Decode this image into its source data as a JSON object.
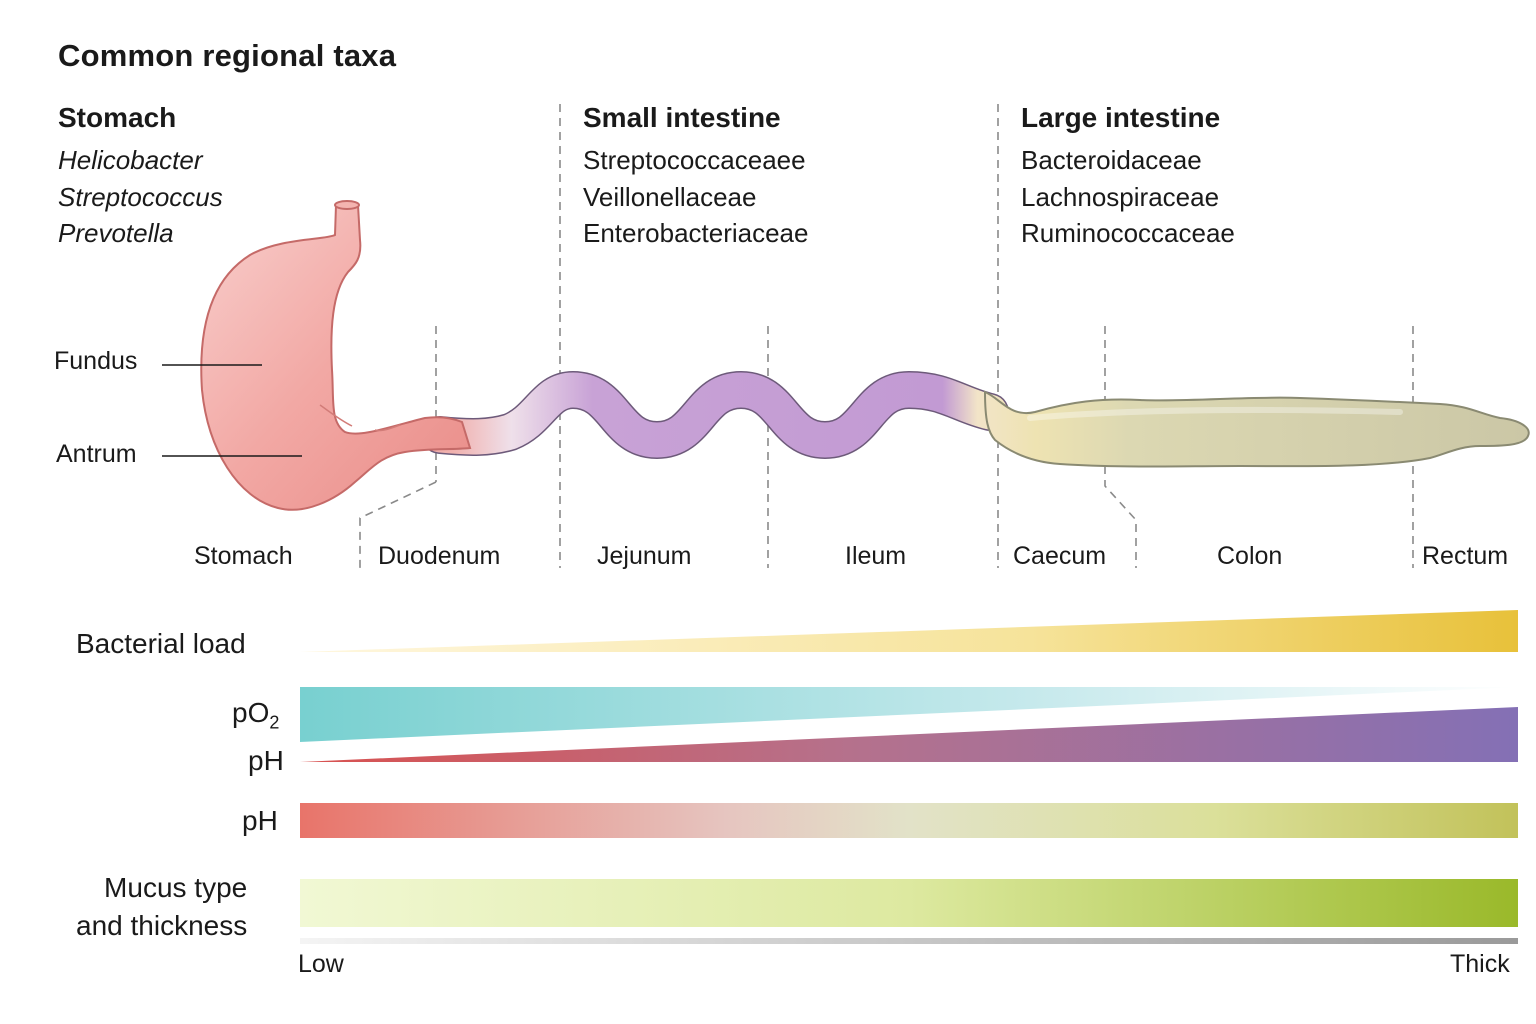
{
  "title": "Common regional taxa",
  "regions": [
    {
      "name": "Stomach",
      "taxa": [
        "Helicobacter",
        "Streptococcus",
        "Prevotella"
      ],
      "italic": true
    },
    {
      "name": "Small intestine",
      "taxa": [
        "Streptococcaceaee",
        "Veillonellaceae",
        "Enterobacteriaceae"
      ],
      "italic": false
    },
    {
      "name": "Large intestine",
      "taxa": [
        "Bacteroidaceae",
        "Lachnospiraceae",
        "Ruminococcaceae"
      ],
      "italic": false
    }
  ],
  "stomach_parts": [
    "Fundus",
    "Antrum"
  ],
  "segments": [
    "Stomach",
    "Duodenum",
    "Jejunum",
    "Ileum",
    "Caecum",
    "Colon",
    "Rectum"
  ],
  "bars": {
    "bacterial_load": "Bacterial load",
    "po2_prefix": "pO",
    "po2_sub": "2",
    "ph_upper": "pH",
    "ph_lower": "pH",
    "mucus_line1": "Mucus type",
    "mucus_line2": "and thickness"
  },
  "axis": {
    "low": "Low",
    "high": "Thick"
  },
  "colors": {
    "stomach": "#f2a3a0",
    "small_intestine": "#c9a6d8",
    "large_intestine": "#d9d6b4",
    "bacterial_load": "#e9c23d",
    "po2": "#7dd3d3",
    "ph_gradient_start": "#d95a5a",
    "ph_gradient_end": "#8470b5",
    "ph_bar_start": "#e8746a",
    "ph_bar_end": "#c4c460",
    "mucus_start": "#eef6cc",
    "mucus_end": "#99bb2a"
  }
}
